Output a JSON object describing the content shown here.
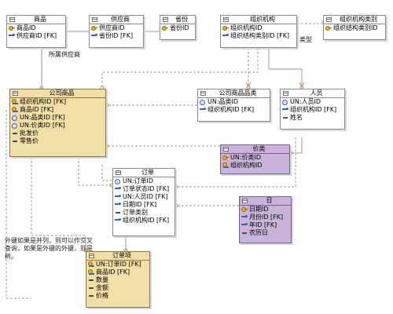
{
  "entities": {
    "product": {
      "title": "商品",
      "fields": [
        {
          "icon": "pk-icon",
          "text": "商品ID"
        },
        {
          "icon": "fk-icon",
          "text": "供应商ID [FK]"
        }
      ]
    },
    "supplier": {
      "title": "供应商",
      "fields": [
        {
          "icon": "pk-icon",
          "text": "供应商ID"
        },
        {
          "icon": "fk-icon",
          "text": "省份ID [FK]"
        }
      ]
    },
    "province": {
      "title": "省份",
      "fields": [
        {
          "icon": "pk-icon",
          "text": "省份ID"
        }
      ]
    },
    "org": {
      "title": "组织机构",
      "fields": [
        {
          "icon": "pk-icon",
          "text": "组织机构ID"
        },
        {
          "icon": "fk-icon",
          "text": "组织结构类别ID [FK]"
        }
      ]
    },
    "org_category": {
      "title": "组织机构类别",
      "fields": [
        {
          "icon": "pk-icon",
          "text": "组织结构类别ID"
        }
      ]
    },
    "company_product": {
      "title": "公司商品",
      "fields": [
        {
          "icon": "pkfk-icon",
          "text": "组织机构ID [FK]"
        },
        {
          "icon": "pkfk-icon",
          "text": "商品ID [FK]"
        },
        {
          "icon": "un-icon",
          "text": "UN:品类ID [FK]"
        },
        {
          "icon": "un-icon",
          "text": "UN:价类ID [FK]"
        },
        {
          "icon": "attr-icon",
          "text": "批发价"
        },
        {
          "icon": "attr-icon",
          "text": "零售价"
        }
      ]
    },
    "product_category": {
      "title": "公司商品品类",
      "fields": [
        {
          "icon": "un-icon",
          "text": "UN:品类ID"
        },
        {
          "icon": "fk-icon",
          "text": "组织机构ID [FK]"
        }
      ]
    },
    "person": {
      "title": "人员",
      "fields": [
        {
          "icon": "un-icon",
          "text": "UN:人员ID"
        },
        {
          "icon": "fk-icon",
          "text": "组织机构ID [FK]"
        },
        {
          "icon": "attr-icon",
          "text": "姓名"
        }
      ]
    },
    "price_class": {
      "title": "价类",
      "fields": [
        {
          "icon": "pk-icon",
          "text": "UN:价类ID"
        },
        {
          "icon": "pkfk-icon",
          "text": "组织机构ID"
        }
      ]
    },
    "order": {
      "title": "订单",
      "fields": [
        {
          "icon": "un-icon",
          "text": "UN:订单ID"
        },
        {
          "icon": "fk-icon",
          "text": "订单状态ID [FK]"
        },
        {
          "icon": "fk-icon",
          "text": "UN:人员ID [FK]"
        },
        {
          "icon": "fk-icon",
          "text": "日期ID [FK]"
        },
        {
          "icon": "attr-icon",
          "text": "订单类别"
        },
        {
          "icon": "fk-icon",
          "text": "组织机构ID [FK]"
        }
      ]
    },
    "day": {
      "title": "日",
      "fields": [
        {
          "icon": "pk-icon",
          "text": "日期ID"
        },
        {
          "icon": "fk-icon",
          "text": "月份ID [FK]"
        },
        {
          "icon": "fk-icon",
          "text": "年ID [FK]"
        },
        {
          "icon": "attr-icon",
          "text": "农历日"
        }
      ]
    },
    "order_item": {
      "title": "订单项",
      "fields": [
        {
          "icon": "pkfk-icon",
          "text": "UN:订单ID [FK]"
        },
        {
          "icon": "pkfk-icon",
          "text": "商品ID [FK]"
        },
        {
          "icon": "attr-icon",
          "text": "数量"
        },
        {
          "icon": "attr-icon",
          "text": "金额"
        },
        {
          "icon": "attr-icon",
          "text": "价格"
        }
      ]
    }
  },
  "relationship_labels": {
    "supplier_product": "所属供应商",
    "org_type": "类型"
  },
  "note": "外键如果是并列，则可以作交叉查询，如果是外键的外键，则是树。",
  "colors": {
    "yellow_entity": "#f2dfa6",
    "purple_entity": "#c9b4d9",
    "line_color": "#9a9a9a",
    "relation_color": "#c98a5a"
  }
}
